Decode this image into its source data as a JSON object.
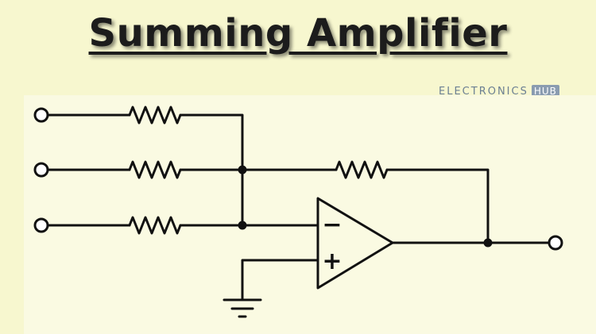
{
  "title": "Summing Amplifier",
  "brand": {
    "name": "ELECTRONICS",
    "suffix": "HUB"
  },
  "opamp": {
    "inverting_symbol": "−",
    "noninverting_symbol": "+"
  },
  "colors": {
    "background": "#f7f7cf",
    "diagram_panel": "#fafae2",
    "wire": "#111111",
    "title_text": "#1c1c1c",
    "brand_text": "#6b7f93"
  }
}
